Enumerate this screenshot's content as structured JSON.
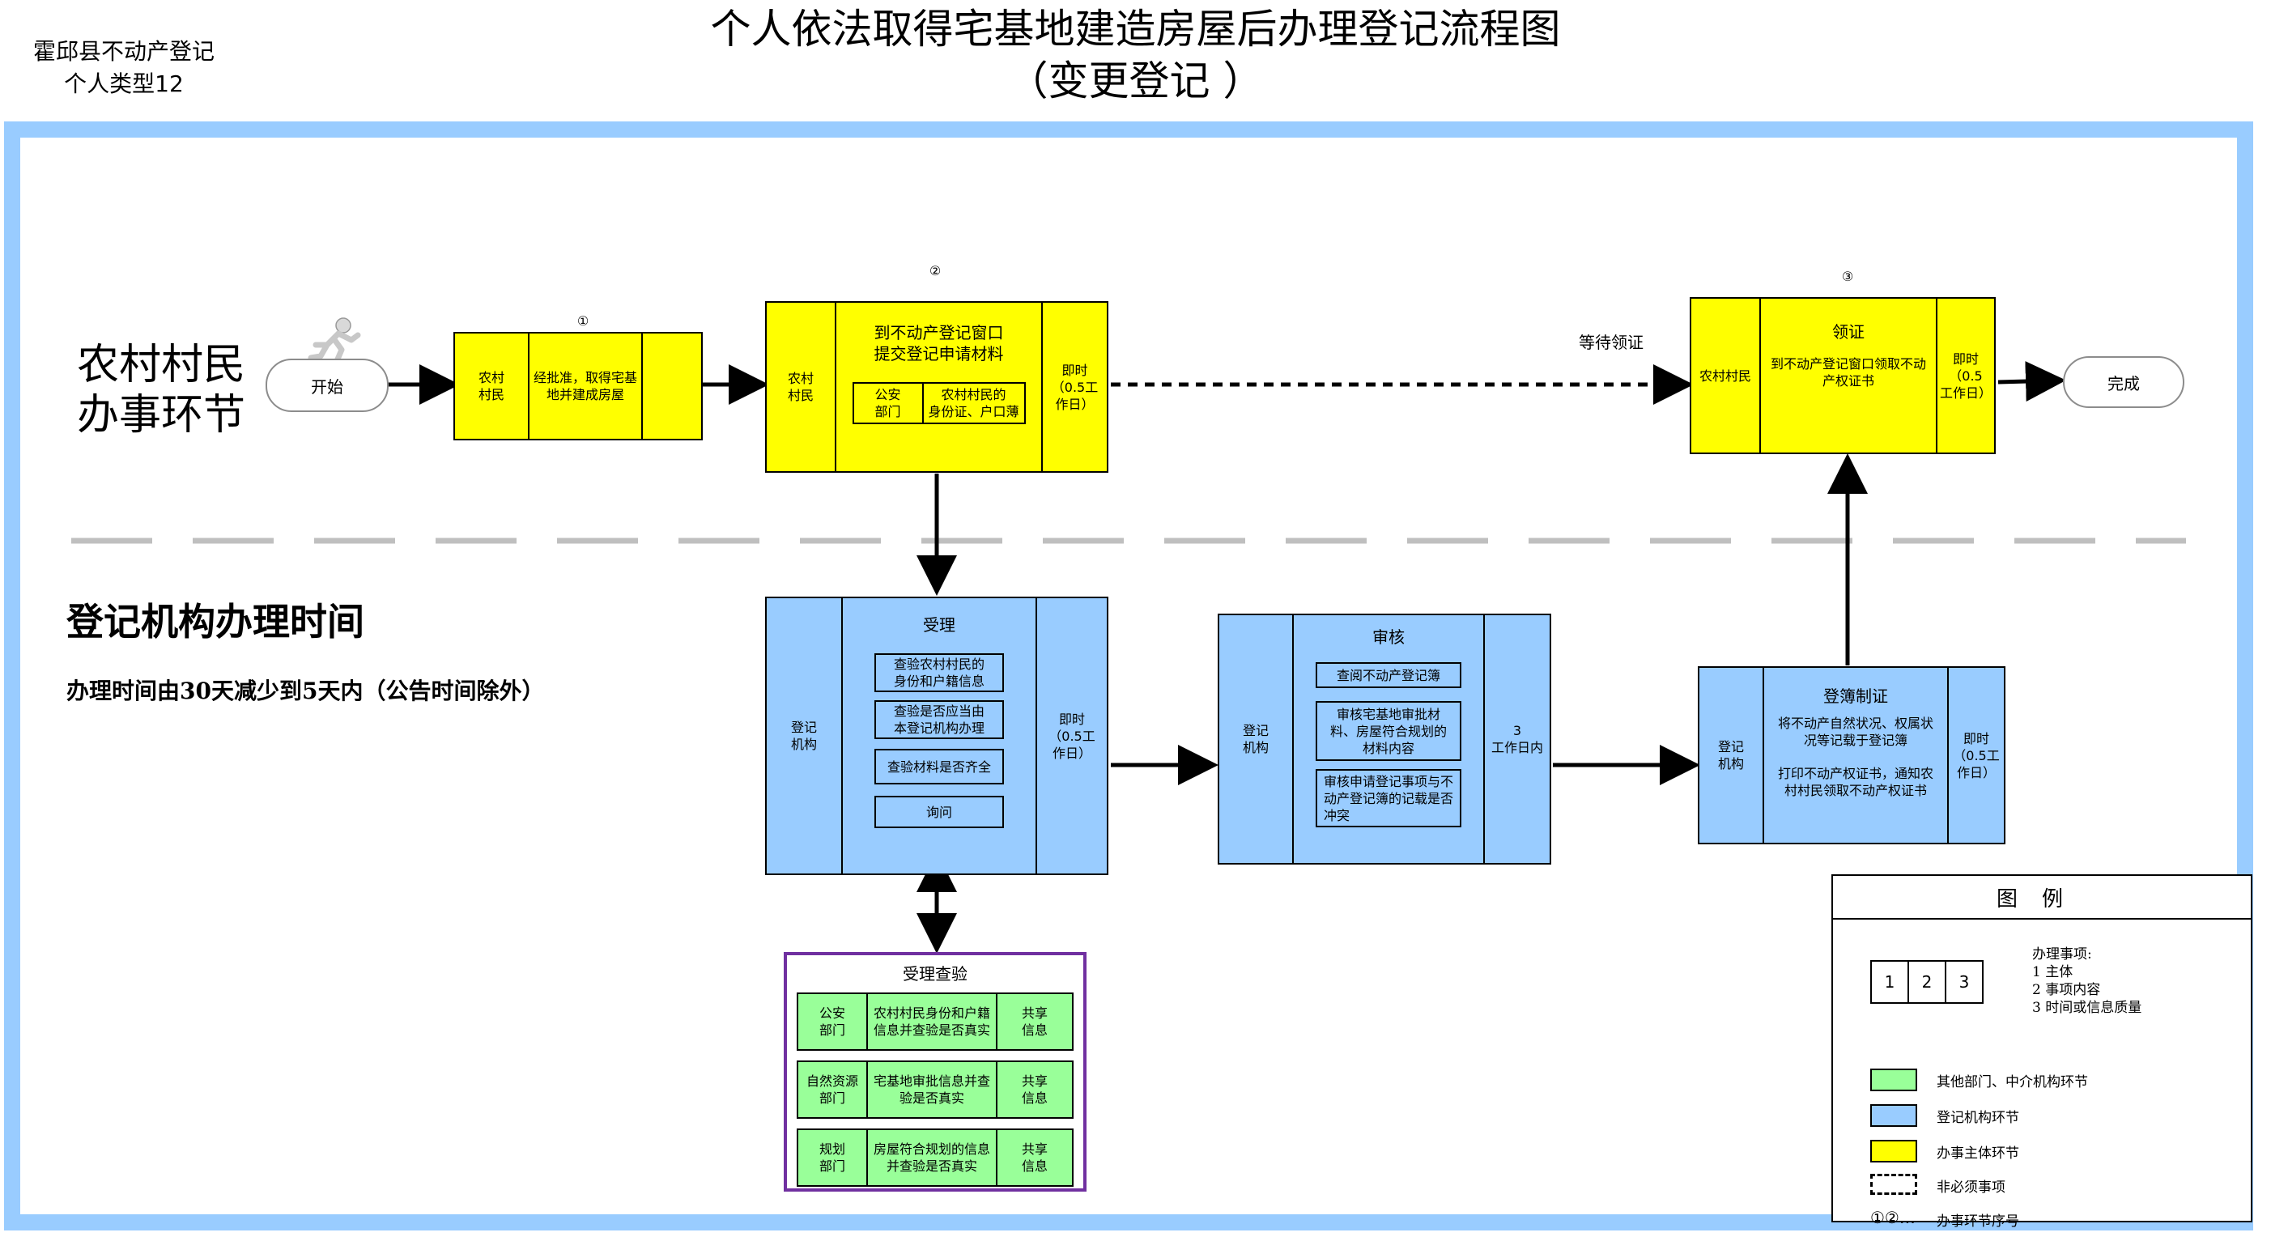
{
  "header": {
    "org_line1": "霍邱县不动产登记",
    "org_line2": "个人类型12",
    "title_line1": "个人依法取得宅基地建造房屋后办理登记流程图",
    "title_line2": "（变更登记 ）"
  },
  "lanes": {
    "village_line1": "农村村民",
    "village_line2": "办事环节",
    "org_title": "登记机构办理时间",
    "org_note": "办理时间由30天减少到5天内（公告时间除外）"
  },
  "flow": {
    "start": "开始",
    "end": "完成",
    "wait_label": "等待领证",
    "step1": {
      "no": "①",
      "subject": "农村\n村民",
      "content": "经批准，取得宅基\n地并建成房屋"
    },
    "step2": {
      "no": "②",
      "subject": "农村\n村民",
      "content": "到不动产登记窗口\n提交登记申请材料",
      "time": "即时\n（0.5工\n作日）",
      "sub_dept": "公安\n部门",
      "sub_doc": "农村村民的\n身份证、户口薄"
    },
    "step3": {
      "no": "③",
      "subject": "农村村民",
      "title": "领证",
      "content": "到不动产登记窗口领取不动\n产权证书",
      "time": "即时\n（0.5\n工作日）"
    },
    "accept": {
      "subject": "登记\n机构",
      "title": "受理",
      "time": "即时\n（0.5工\n作日）",
      "items": [
        "查验农村村民的\n身份和户籍信息",
        "查验是否应当由\n本登记机构办理",
        "查验材料是否齐全",
        "询问"
      ]
    },
    "review": {
      "subject": "登记\n机构",
      "title": "审核",
      "time": "3\n工作日内",
      "items": [
        "查阅不动产登记簿",
        "审核宅基地审批材\n料、房屋符合规划的\n材料内容",
        "审核申请登记事项与不\n动产登记簿的记载是否\n冲突"
      ]
    },
    "register": {
      "subject": "登记\n机构",
      "title": "登簿制证",
      "content1": "将不动产自然状况、权属状\n况等记载于登记簿",
      "content2": "打印不动产权证书，通知农\n村村民领取不动产权证书",
      "time": "即时\n（0.5工\n作日）"
    },
    "verify": {
      "title": "受理查验",
      "rows": [
        {
          "dept": "公安\n部门",
          "content": "农村村民身份和户籍\n信息并查验是否真实",
          "share": "共享\n信息"
        },
        {
          "dept": "自然资源\n部门",
          "content": "宅基地审批信息并查\n验是否真实",
          "share": "共享\n信息"
        },
        {
          "dept": "规划\n部门",
          "content": "房屋符合规划的信息\n并查验是否真实",
          "share": "共享\n信息"
        }
      ]
    }
  },
  "legend": {
    "title": "图例",
    "cells": [
      "1",
      "2",
      "3"
    ],
    "items_title": "办理事项:",
    "items": [
      "1 主体",
      "2 事项内容",
      "3 时间或信息质量"
    ],
    "green": "其他部门、中介机构环节",
    "blue": "登记机构环节",
    "yellow": "办事主体环节",
    "dashed": "非必须事项",
    "seq_symbol": "①②…",
    "seq": "办事环节序号",
    "colors": {
      "green": "#99ff99",
      "blue": "#99ccff",
      "yellow": "#ffff00"
    }
  }
}
